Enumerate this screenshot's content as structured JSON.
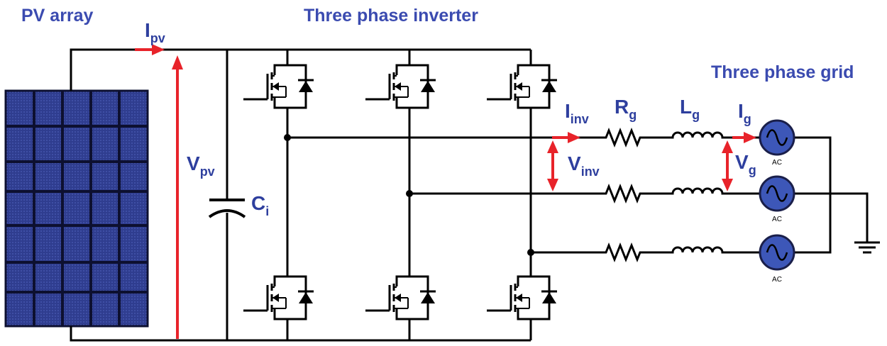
{
  "titles": {
    "pv_array": "PV array",
    "inverter": "Three phase inverter",
    "grid": "Three phase grid"
  },
  "labels": {
    "i_pv": {
      "main": "I",
      "sub": "pv"
    },
    "v_pv": {
      "main": "V",
      "sub": "pv"
    },
    "c_i": {
      "main": "C",
      "sub": "i"
    },
    "i_inv": {
      "main": "I",
      "sub": "inv"
    },
    "v_inv": {
      "main": "V",
      "sub": "inv"
    },
    "r_g": {
      "main": "R",
      "sub": "g"
    },
    "l_g": {
      "main": "L",
      "sub": "g"
    },
    "i_g": {
      "main": "I",
      "sub": "g"
    },
    "v_g": {
      "main": "V",
      "sub": "g"
    }
  },
  "source_label": "AC",
  "colors": {
    "title": "#3b4bb0",
    "label": "#2e3f9e",
    "arrow": "#e8232a",
    "wire": "#000000",
    "panel_fill": "#2f3d8f",
    "panel_grid": "#0d1030",
    "source_fill": "#3d57b8"
  },
  "icons": {
    "switch": "mosfet-with-diode-icon",
    "source": "ac-source-icon",
    "ground": "ground-icon",
    "panel": "solar-panel-icon"
  }
}
